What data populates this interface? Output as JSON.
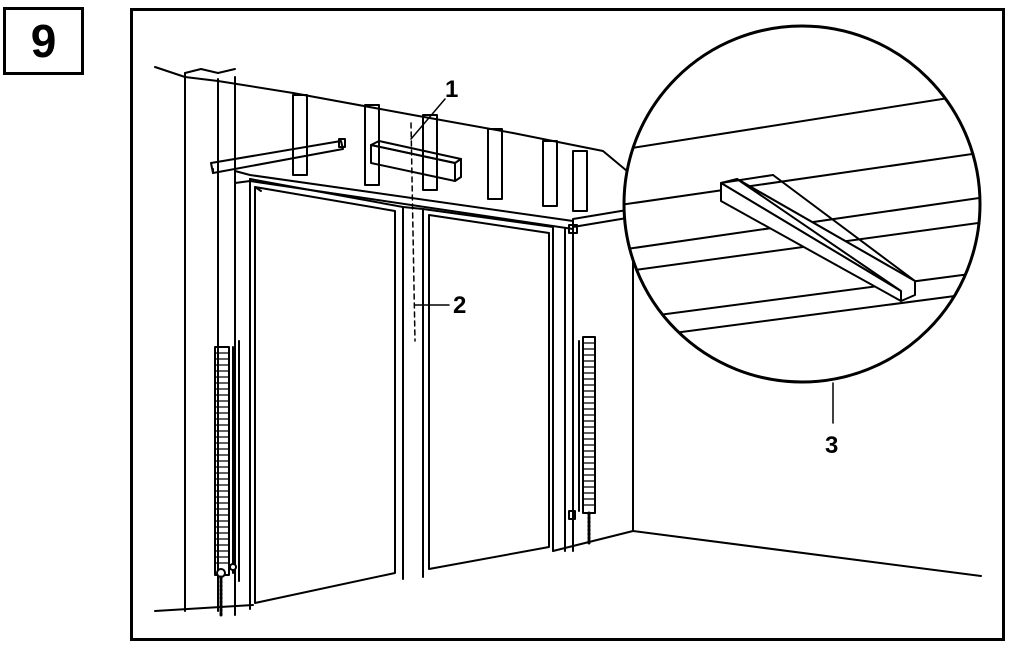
{
  "step": {
    "number": "9"
  },
  "callouts": [
    {
      "id": "1",
      "label": "1"
    },
    {
      "id": "2",
      "label": "2"
    },
    {
      "id": "3",
      "label": "3"
    }
  ],
  "colors": {
    "ink": "#000000",
    "paper": "#ffffff"
  }
}
